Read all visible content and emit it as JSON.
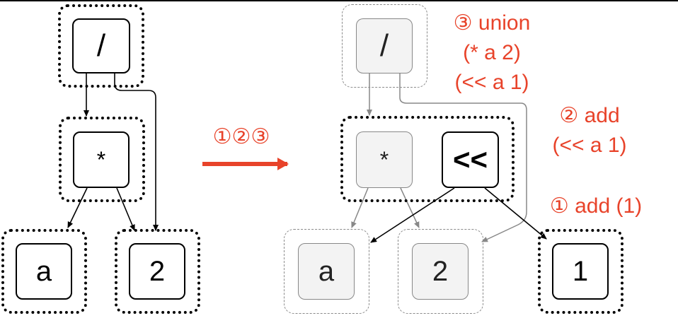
{
  "left_graph": {
    "nodes": {
      "div": "/",
      "mul": "*",
      "a": "a",
      "two": "2"
    }
  },
  "transition": {
    "label": "①②③"
  },
  "right_graph": {
    "nodes": {
      "div": "/",
      "mul": "*",
      "shl": "<<",
      "a": "a",
      "two": "2",
      "one": "1"
    }
  },
  "annotations": {
    "step3": [
      "③ union",
      "(* a 2)",
      "(<< a 1)"
    ],
    "step2": [
      "② add",
      "(<< a 1)"
    ],
    "step1": [
      "① add (1)"
    ]
  },
  "colors": {
    "accent": "#e8432a",
    "faded_edge": "#888888",
    "edge": "#000000"
  }
}
